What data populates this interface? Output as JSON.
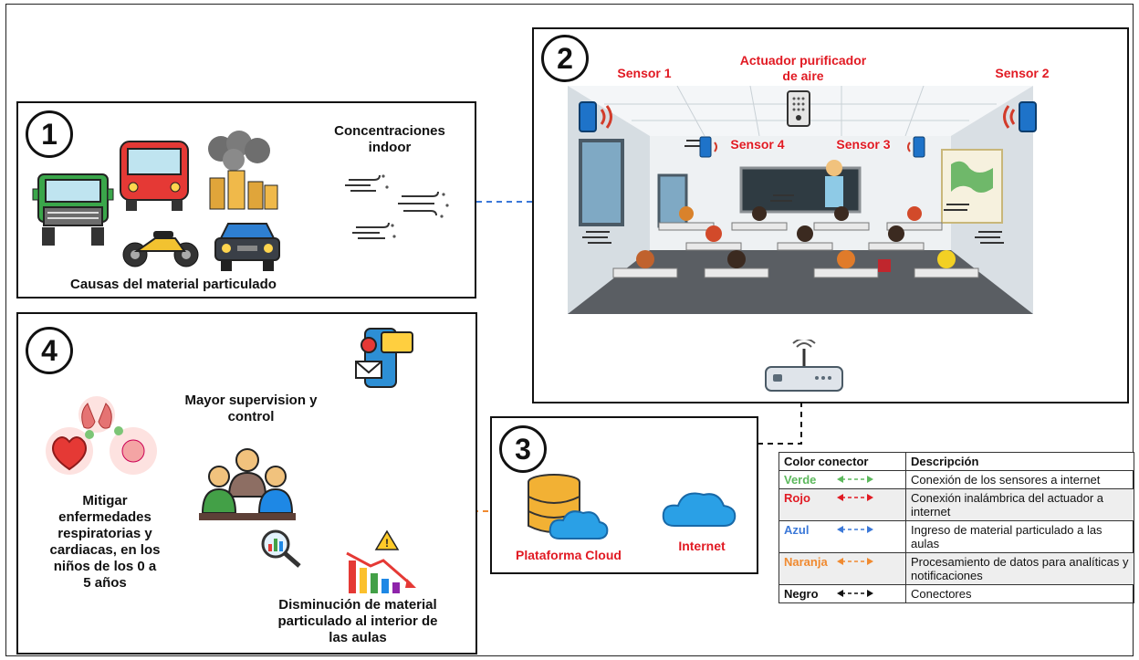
{
  "panel1": {
    "number": "1",
    "title": "Causas del material particulado",
    "concentrations_label": "Concentraciones\nindoor"
  },
  "panel2": {
    "number": "2",
    "sensor1": "Sensor 1",
    "sensor2": "Sensor 2",
    "sensor3": "Sensor 3",
    "sensor4": "Sensor 4",
    "actuator": "Actuador purificador\nde aire"
  },
  "panel3": {
    "number": "3",
    "cloud_platform": "Plataforma Cloud",
    "internet": "Internet"
  },
  "panel4": {
    "number": "4",
    "supervision": "Mayor supervision y\ncontrol",
    "mitigate": "Mitigar\nenfermedades\nrespiratorias y\ncardiacas, en los\nniños de los 0 a\n5 años",
    "reduction": "Disminución de material\nparticulado al interior de\nlas aulas"
  },
  "legend": {
    "header_color": "Color conector",
    "header_desc": "Descripción",
    "rows": [
      {
        "name": "Verde",
        "color": "#5cb85c",
        "desc": "Conexión de los sensores a internet"
      },
      {
        "name": "Rojo",
        "color": "#e11a23",
        "desc": "Conexión inalámbrica del actuador a internet"
      },
      {
        "name": "Azul",
        "color": "#3b78d8",
        "desc": "Ingreso de material particulado a las aulas"
      },
      {
        "name": "Naranja",
        "color": "#f08a30",
        "desc": "Procesamiento de datos para analíticas y notificaciones"
      },
      {
        "name": "Negro",
        "color": "#111111",
        "desc": "Conectores"
      }
    ]
  },
  "colors": {
    "green": "#2fa84f",
    "red": "#e11a23",
    "blue": "#3b78d8",
    "orange": "#f08a30",
    "black": "#111111"
  }
}
